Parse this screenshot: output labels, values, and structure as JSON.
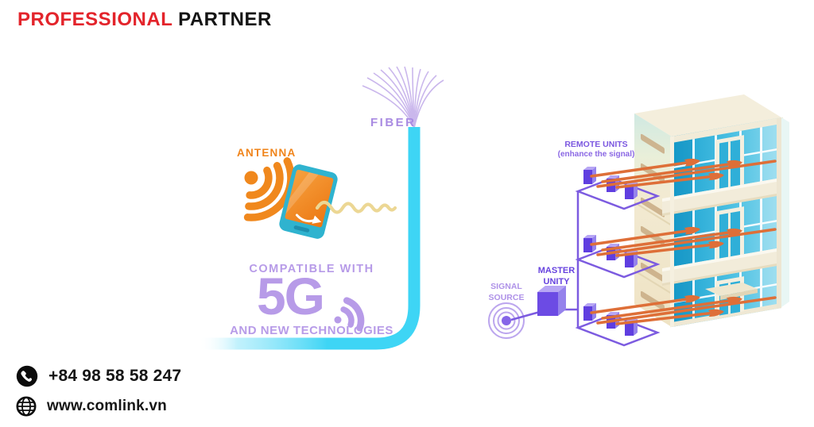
{
  "header": {
    "title_primary": "PROFESSIONAL",
    "title_secondary": "PARTNER"
  },
  "scene": {
    "antenna_label": "ANTENNA",
    "fiber_label": "FIBER",
    "compatibility": {
      "top": "COMPATIBLE WITH",
      "headline": "5G",
      "bottom": "AND NEW TECHNOLOGIES"
    },
    "das": {
      "remote_units_title": "REMOTE UNITS",
      "remote_units_subtitle": "(enhance the signal)",
      "master_unit_line1": "MASTER",
      "master_unit_line2": "UNITY",
      "signal_source_line1": "SIGNAL",
      "signal_source_line2": "SOURCE"
    }
  },
  "footer": {
    "rows": [
      {
        "icon": "phone-icon",
        "text": "+84 98 58 58 247"
      },
      {
        "icon": "globe-icon",
        "text": "www.comlink.vn"
      }
    ]
  },
  "colors": {
    "brand_red": "#e3242b",
    "text_black": "#141414",
    "antenna_orange": "#f08119",
    "lavender": "#b79be8",
    "pipe_purple": "#7c5be0",
    "deep_purple": "#6743df",
    "cable_cyan": "#3ed5f5",
    "window_cyan": "#2fb6dc",
    "wall_cream": "#f2ecda",
    "arrow_orange": "#de6f38",
    "wave_yellow": "#ecd794"
  }
}
